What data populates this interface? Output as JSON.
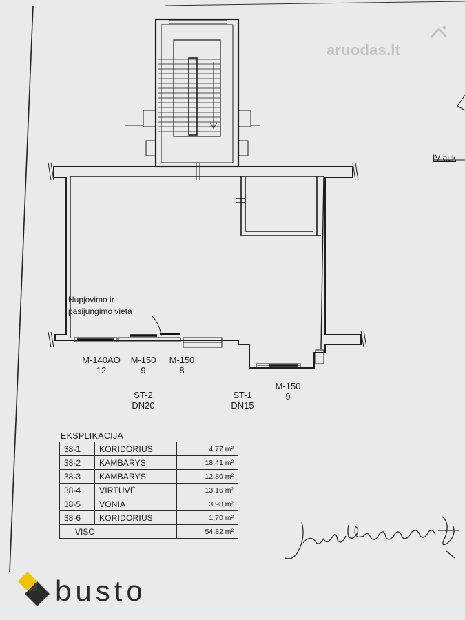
{
  "watermark": {
    "brand": "aruodas.lt"
  },
  "floor_label": "IV auk",
  "note": {
    "line1": "Nupjovimo ir",
    "line2": "pasijungimo vieta"
  },
  "radiators": [
    {
      "model": "M-140AO",
      "count": "12"
    },
    {
      "model": "M-150",
      "count": "9"
    },
    {
      "model": "M-150",
      "count": "8"
    },
    {
      "model": "M-150",
      "count": "9"
    }
  ],
  "risers": [
    {
      "name": "ST-2",
      "dn": "DN20"
    },
    {
      "name": "ST-1",
      "dn": "DN15"
    }
  ],
  "explication": {
    "title": "EKSPLIKACIJA",
    "rows": [
      {
        "id": "38-1",
        "room": "KORIDORIUS",
        "area": "4,77 m²"
      },
      {
        "id": "38-2",
        "room": "KAMBARYS",
        "area": "18,41 m²"
      },
      {
        "id": "38-3",
        "room": "KAMBARYS",
        "area": "12,80 m²"
      },
      {
        "id": "38-4",
        "room": "VIRTUVĖ",
        "area": "13,16 m²"
      },
      {
        "id": "38-5",
        "room": "VONIA",
        "area": "3,98 m²"
      },
      {
        "id": "38-6",
        "room": "KORIDORIUS",
        "area": "1,70 m²"
      }
    ],
    "total_label": "VISO",
    "total_area": "54,82 m²"
  },
  "signature": {
    "text": "Jurgita Bijauskienė"
  },
  "logo": {
    "brand": "busto"
  },
  "colors": {
    "paper": "#e9eaec",
    "ink": "#1b1b1b",
    "logo_yellow": "#f2c200",
    "logo_dark": "#2b2b2b"
  }
}
